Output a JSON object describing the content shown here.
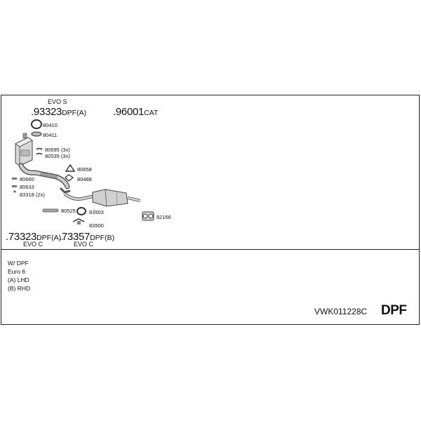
{
  "header": {
    "evo_s": "EVO S",
    "part_93323": {
      "number": "93323",
      "suffix": "DPF(A)"
    },
    "part_96001": {
      "number": "96001",
      "suffix": "CAT"
    }
  },
  "bottom_parts": {
    "part_73323": {
      "number": "73323",
      "suffix": "DPF(A)."
    },
    "part_73357": {
      "number": "73357",
      "suffix": "DPF(B)"
    },
    "evo_c_1": "EVO C",
    "evo_c_2": "EVO C"
  },
  "callouts": {
    "p80410": "80410",
    "p80411": "80411",
    "p80695": "80695 (3x)",
    "p80535": "80535 (3x)",
    "p80658": "80658",
    "p80488": "80488",
    "p80660": "80660",
    "p80633": "80633",
    "p83318": "83318 (2x)",
    "p80525": "80525",
    "p83503": "83503",
    "p83500": "83500",
    "p82166": "82166"
  },
  "notes": [
    "W/ DPF",
    "Euro 6",
    "(A) LHD",
    "(B) RHD"
  ],
  "footer": {
    "kit_code": "VWK011228C",
    "kit_type": "DPF"
  },
  "icons": {
    "clamp_ring": "ring-clamp-icon",
    "gasket": "gasket-icon",
    "dpf_unit": "dpf-unit-icon",
    "catalytic_converter": "catalytic-converter-icon",
    "flex_pipe": "flex-pipe-icon",
    "rubber_hanger": "rubber-hanger-icon",
    "bolt": "bolt-icon"
  }
}
